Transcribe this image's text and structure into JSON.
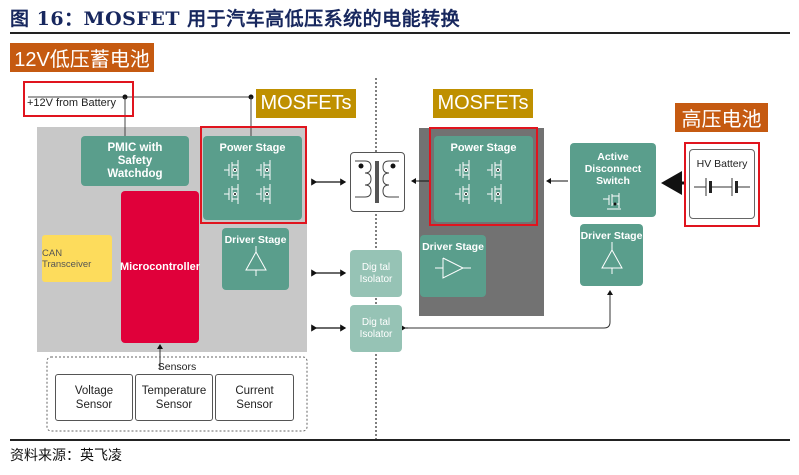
{
  "figure": {
    "title": "图 16：MOSFET 用于汽车高低压系统的电能转换",
    "source": "资料来源：英飞凌"
  },
  "tags": {
    "lv_battery": "12V低压蓄电池",
    "hv_battery": "高压电池",
    "mosfets_left": "MOSFETs",
    "mosfets_right": "MOSFETs"
  },
  "low_voltage_side": {
    "supply_label": "+12V from Battery",
    "pmic": "PMIC with Safety Watchdog",
    "power_stage": "Power Stage",
    "driver_stage": "Driver Stage",
    "can_transceiver": "CAN Transceiver",
    "microcontroller": "Microcontroller"
  },
  "isolation": {
    "transformer": "transformer",
    "digital_isolator_1": "Dig tal Isolator",
    "digital_isolator_2": "Dig tal Isolator"
  },
  "high_voltage_side": {
    "power_stage": "Power Stage",
    "driver_stage_inner": "Driver Stage",
    "active_disconnect": "Active Disconnect Switch",
    "driver_stage_outer": "Driver Stage",
    "hv_battery": "HV Battery"
  },
  "sensors": {
    "group_label": "Sensors",
    "items": [
      {
        "line1": "Voltage",
        "line2": "Sensor"
      },
      {
        "line1": "Temperature",
        "line2": "Sensor"
      },
      {
        "line1": "Current",
        "line2": "Sensor"
      }
    ]
  },
  "colors": {
    "accent_orange": "#c55a11",
    "accent_gold": "#bf9000",
    "block_green": "#5a9e8c",
    "mcu_red": "#e0003a",
    "can_yellow": "#fddc5c",
    "highlight_red": "#e0141e"
  }
}
